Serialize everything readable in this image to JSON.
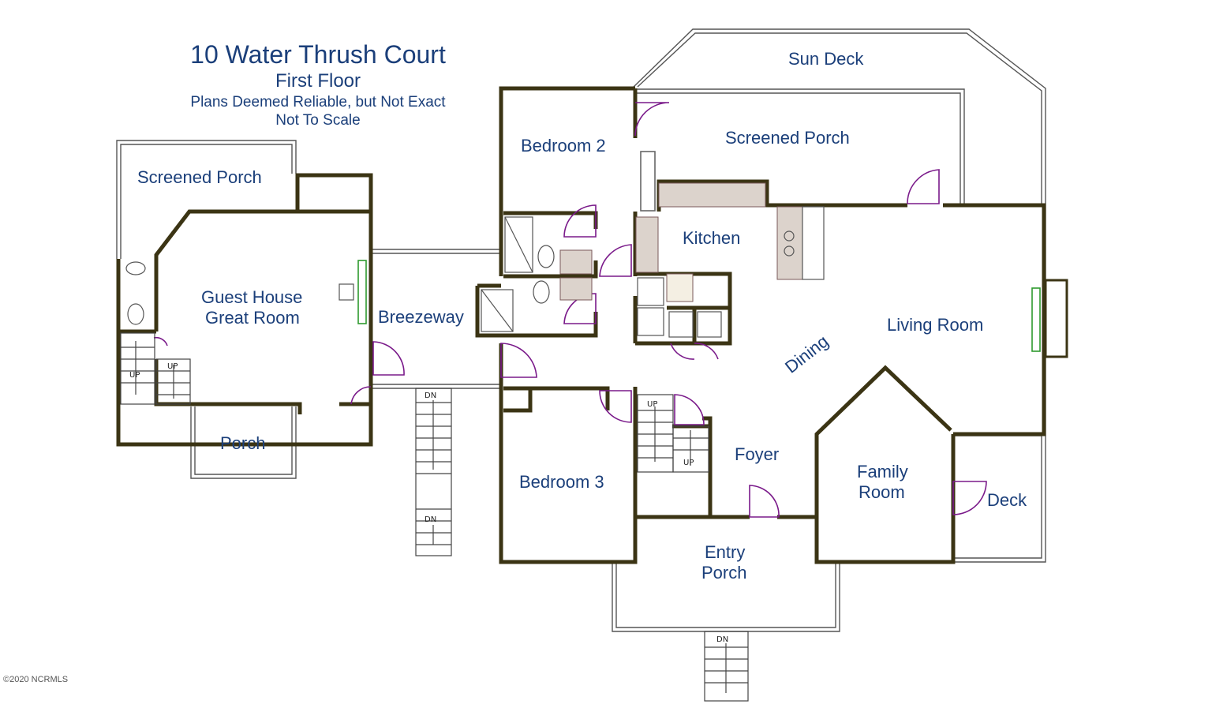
{
  "title": {
    "main": "10 Water Thrush Court",
    "floor": "First Floor",
    "note1": "Plans Deemed Reliable, but Not Exact",
    "note2": "Not To Scale"
  },
  "rooms": {
    "sun_deck": "Sun Deck",
    "screened_porch_main": "Screened Porch",
    "bedroom2": "Bedroom 2",
    "kitchen": "Kitchen",
    "living_room": "Living Room",
    "dining": "Dining",
    "foyer": "Foyer",
    "family_room_1": "Family",
    "family_room_2": "Room",
    "deck": "Deck",
    "entry_porch_1": "Entry",
    "entry_porch_2": "Porch",
    "bedroom3": "Bedroom 3",
    "breezeway": "Breezeway",
    "guest_house_1": "Guest House",
    "guest_house_2": "Great Room",
    "screened_porch_guest": "Screened Porch",
    "porch": "Porch"
  },
  "stairs": {
    "up": "UP",
    "dn": "DN"
  },
  "copyright": "©2020 NCRMLS",
  "colors": {
    "wall_fill": "#e9dca0",
    "wall_stroke": "#3b3414",
    "text": "#1b3f7a",
    "door": "#7a1a8a",
    "window": "#2e9a2e"
  }
}
